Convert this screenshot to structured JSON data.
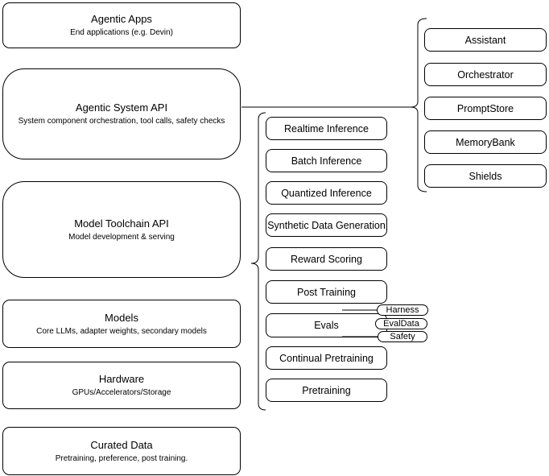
{
  "diagram": {
    "title": "Agentic system architecture stack",
    "colors": {
      "stroke": "#000000",
      "fill": "#ffffff",
      "background": "#ffffff"
    },
    "stack": [
      {
        "id": "agentic-apps",
        "title": "Agentic Apps",
        "subtitle": "End applications (e.g. Devin)"
      },
      {
        "id": "agentic-system-api",
        "title": "Agentic System API",
        "subtitle": "System component orchestration, tool calls, safety checks"
      },
      {
        "id": "model-toolchain-api",
        "title": "Model Toolchain API",
        "subtitle": "Model development & serving"
      },
      {
        "id": "models",
        "title": "Models",
        "subtitle": "Core LLMs, adapter weights, secondary models"
      },
      {
        "id": "hardware",
        "title": "Hardware",
        "subtitle": "GPUs/Accelerators/Storage"
      },
      {
        "id": "curated-data",
        "title": "Curated Data",
        "subtitle": "Pretraining, preference, post training."
      }
    ],
    "toolchain_components": [
      "Realtime Inference",
      "Batch Inference",
      "Quantized Inference",
      "Synthetic Data Generation",
      "Reward Scoring",
      "Post Training",
      "Evals",
      "Continual Pretraining",
      "Pretraining"
    ],
    "evals_children": [
      "Harness",
      "EvalData",
      "Safety"
    ],
    "system_components": [
      "Assistant",
      "Orchestrator",
      "PromptStore",
      "MemoryBank",
      "Shields"
    ]
  }
}
